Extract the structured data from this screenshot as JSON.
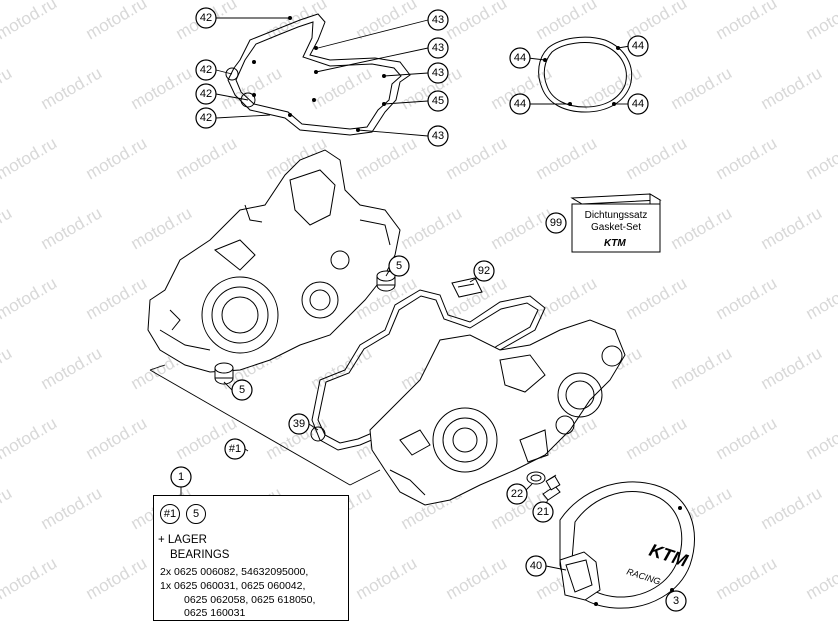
{
  "watermark": "motod.ru",
  "callouts": {
    "c42a": "42",
    "c42b": "42",
    "c42c": "42",
    "c42d": "42",
    "c43a": "43",
    "c43b": "43",
    "c43c": "43",
    "c43d": "43",
    "c45": "45",
    "c44a": "44",
    "c44b": "44",
    "c44c": "44",
    "c44d": "44",
    "c99": "99",
    "c92": "92",
    "c5a": "5",
    "c5b": "5",
    "c39": "39",
    "cH1": "#1",
    "c22": "22",
    "c21": "21",
    "c40": "40",
    "c3": "3",
    "c1": "1"
  },
  "gasket_set": {
    "line1": "Dichtungssatz",
    "line2": "Gasket-Set",
    "brand": "KTM"
  },
  "legend": {
    "ref": "#1",
    "qty": "5",
    "title1": "+ LAGER",
    "title2": "BEARINGS",
    "lines": [
      "2x 0625 006082, 54632095000,",
      "1x 0625 060031, 0625 060042,",
      "0625 062058, 0625 618050,",
      "0625 160031"
    ]
  },
  "cover_text": {
    "brand": "KTM",
    "word": "RACING"
  }
}
